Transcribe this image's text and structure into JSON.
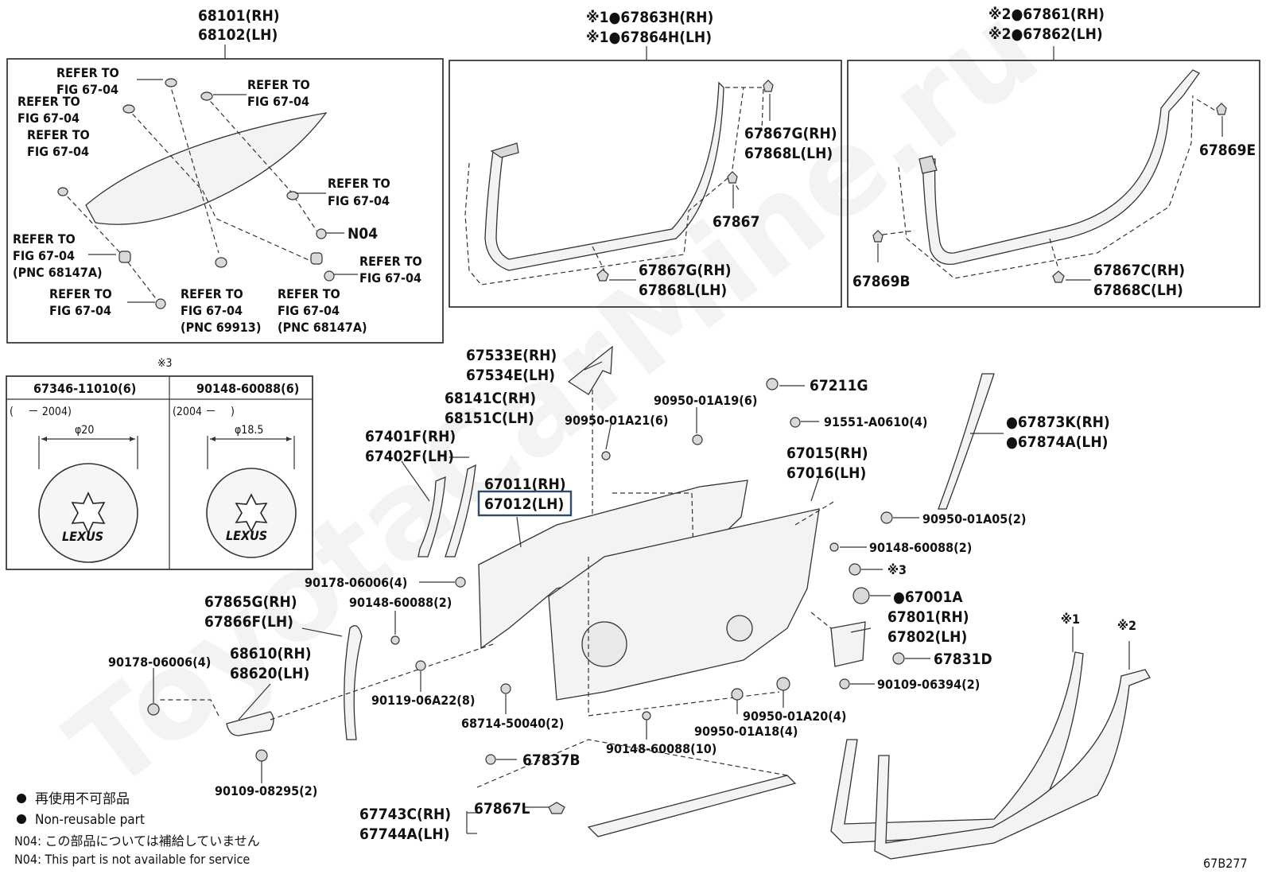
{
  "watermark": "ToyotaCarMine.ru",
  "diagram_code": "67B277",
  "panels": {
    "quarter_glass": {
      "part": [
        "68101(RH)",
        "68102(LH)"
      ],
      "refs": [
        [
          "REFER TO",
          "FIG 67-04"
        ],
        [
          "REFER TO",
          "FIG 67-04"
        ],
        [
          "REFER TO",
          "FIG 67-04"
        ],
        [
          "REFER TO",
          "FIG 67-04"
        ],
        [
          "REFER TO",
          "FIG 67-04"
        ],
        [
          "REFER TO",
          "FIG 67-04"
        ],
        [
          "REFER TO",
          "FIG 67-04",
          "(PNC 68147A)"
        ],
        [
          "REFER TO",
          "FIG 67-04"
        ],
        [
          "REFER TO",
          "FIG 67-04",
          "(PNC 69913)"
        ],
        [
          "REFER TO",
          "FIG 67-04",
          "(PNC 68147A)"
        ]
      ],
      "n04": "N04"
    },
    "weatherstrip_h": {
      "part": [
        "※1●67863H(RH)",
        "※1●67864H(LH)"
      ],
      "clip_a": [
        "67867G(RH)",
        "67868L(LH)"
      ],
      "clip_b": "67867",
      "clip_c": [
        "67867G(RH)",
        "67868L(LH)"
      ]
    },
    "weatherstrip_r": {
      "part": [
        "※2●67861(RH)",
        "※2●67862(LH)"
      ],
      "clip_a": "67869E",
      "clip_b": "67869B",
      "clip_c": [
        "67867C(RH)",
        "67868C(LH)"
      ]
    }
  },
  "emblem_table": {
    "note": "※3",
    "columns": [
      {
        "part": "67346-11010(6)",
        "range": "(　 － 2004)",
        "dim": "φ20",
        "brand": "LEXUS"
      },
      {
        "part": "90148-60088(6)",
        "range": "(2004 － 　)",
        "dim": "φ18.5",
        "brand": "LEXUS"
      }
    ]
  },
  "main_labels": {
    "p67533": [
      "67533E(RH)",
      "67534E(LH)"
    ],
    "p68141": [
      "68141C(RH)",
      "68151C(LH)"
    ],
    "p67401": [
      "67401F(RH)",
      "67402F(LH)"
    ],
    "p67011": [
      "67011(RH)",
      "67012(LH)"
    ],
    "p90950_a21": "90950-01A21(6)",
    "p90950_a19": "90950-01A19(6)",
    "p67211": "67211G",
    "p91551": "91551-A0610(4)",
    "p67015": [
      "67015(RH)",
      "67016(LH)"
    ],
    "p67873": [
      "●67873K(RH)",
      "●67874A(LH)"
    ],
    "p90950_a05": "90950-01A05(2)",
    "p90148_2": "90148-60088(2)",
    "note3": "※3",
    "p67001": "●67001A",
    "p67801": [
      "67801(RH)",
      "67802(LH)"
    ],
    "p67831": "67831D",
    "p90109_2": "90109-06394(2)",
    "p90178_top": "90178-06006(4)",
    "p90148_mid": "90148-60088(2)",
    "p67865": [
      "67865G(RH)",
      "67866F(LH)"
    ],
    "p90178_left": "90178-06006(4)",
    "p68610": [
      "68610(RH)",
      "68620(LH)"
    ],
    "p90119": "90119-06A22(8)",
    "p68714": "68714-50040(2)",
    "p90950_a20": "90950-01A20(4)",
    "p90950_a18": "90950-01A18(4)",
    "p90148_10": "90148-60088(10)",
    "p90109_08": "90109-08295(2)",
    "p67837": "67837B",
    "p67743": [
      "67743C(RH)",
      "67744A(LH)"
    ],
    "p67867l": "67867L",
    "note1": "※1",
    "note2": "※2"
  },
  "highlighted_part": "67012(LH)",
  "legend": {
    "items": [
      {
        "symbol": "●",
        "text": "再使用不可部品"
      },
      {
        "symbol": "●",
        "text": "Non-reusable part"
      }
    ],
    "n04_lines": [
      "N04: この部品については補給していません",
      "N04: This part is not available for service"
    ]
  }
}
